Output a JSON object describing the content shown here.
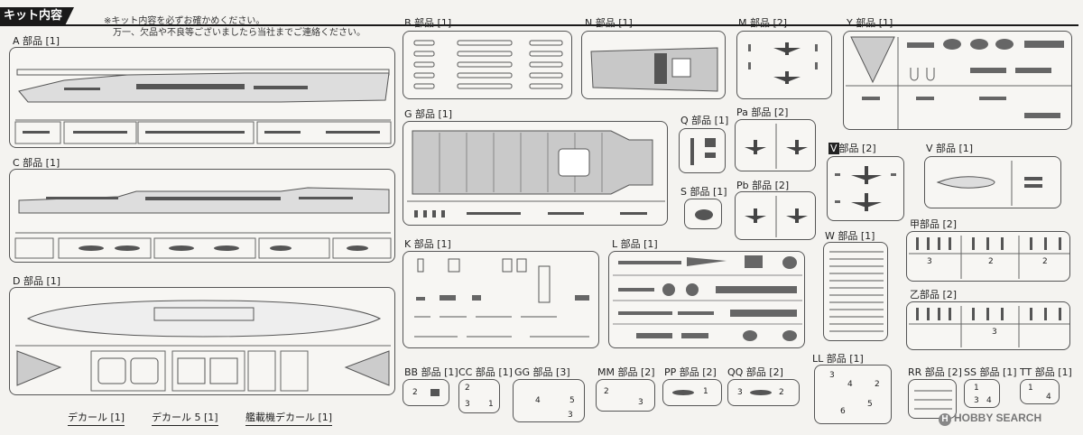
{
  "header": {
    "title": "キット内容",
    "notice_line1": "※キット内容を必ずお確かめください。",
    "notice_line2": "万一、欠品や不良等ございましたら当社までご連絡ください。"
  },
  "sprues": {
    "A": "A 部品 [1]",
    "C": "C 部品 [1]",
    "D": "D 部品 [1]",
    "B": "B 部品 [1]",
    "G": "G 部品 [1]",
    "K": "K 部品 [1]",
    "N": "N 部品 [1]",
    "M": "M 部品 [2]",
    "Y": "Y 部品 [1]",
    "Q": "Q 部品 [1]",
    "Pa": "Pa 部品 [2]",
    "S": "S 部品 [1]",
    "Pb": "Pb 部品 [2]",
    "V1": "部品 [2]",
    "V1_badge": "V",
    "V2": "V 部品 [1]",
    "L": "L 部品 [1]",
    "W": "W 部品 [1]",
    "KOU": "甲部品 [2]",
    "OTSU": "乙部品 [2]",
    "BB": "BB 部品 [1]",
    "CC": "CC 部品 [1]",
    "GG": "GG 部品 [3]",
    "MM": "MM 部品 [2]",
    "PP": "PP 部品 [2]",
    "QQ": "QQ 部品 [2]",
    "LL": "LL 部品 [1]",
    "RR": "RR 部品 [2]",
    "SS": "SS 部品 [1]",
    "TT": "TT 部品 [1]"
  },
  "decals": {
    "d1": "デカール [1]",
    "d2": "デカール 5 [1]",
    "d3": "艦載機デカール [1]"
  },
  "numbers": {
    "n1": "1",
    "n2": "2",
    "n3": "3",
    "n4": "4",
    "n5": "5",
    "n6": "6"
  },
  "watermark": {
    "text": "HOBBY SEARCH",
    "badge": "H"
  }
}
